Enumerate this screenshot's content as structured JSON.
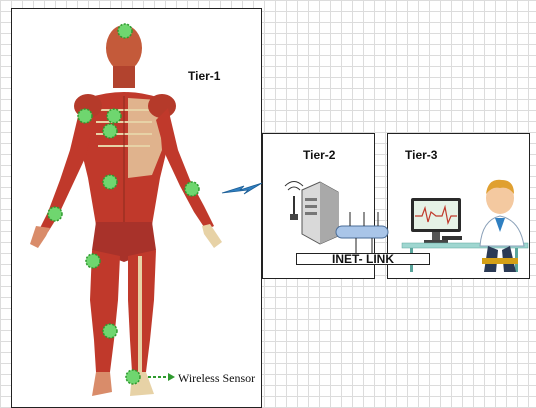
{
  "tiers": {
    "tier1": "Tier-1",
    "tier2": "Tier-2",
    "tier3": "Tier-3"
  },
  "network": {
    "link_label": "INET- LINK"
  },
  "legend": {
    "wireless_sensor": "Wireless Sensor"
  },
  "colors": {
    "sensor_fill": "#6fd66f",
    "sensor_outline": "#2e9a2e",
    "muscle": "#c0392b",
    "bone": "#e7d2a6",
    "wireless_bolt": "#2f7fc1",
    "link_bus": "#a9c5e8"
  },
  "icons": [
    "sensor-node-icon",
    "wireless-signal-icon",
    "server-tower-icon",
    "antenna-icon",
    "monitor-icon",
    "doctor-icon",
    "arrow-right-icon"
  ]
}
